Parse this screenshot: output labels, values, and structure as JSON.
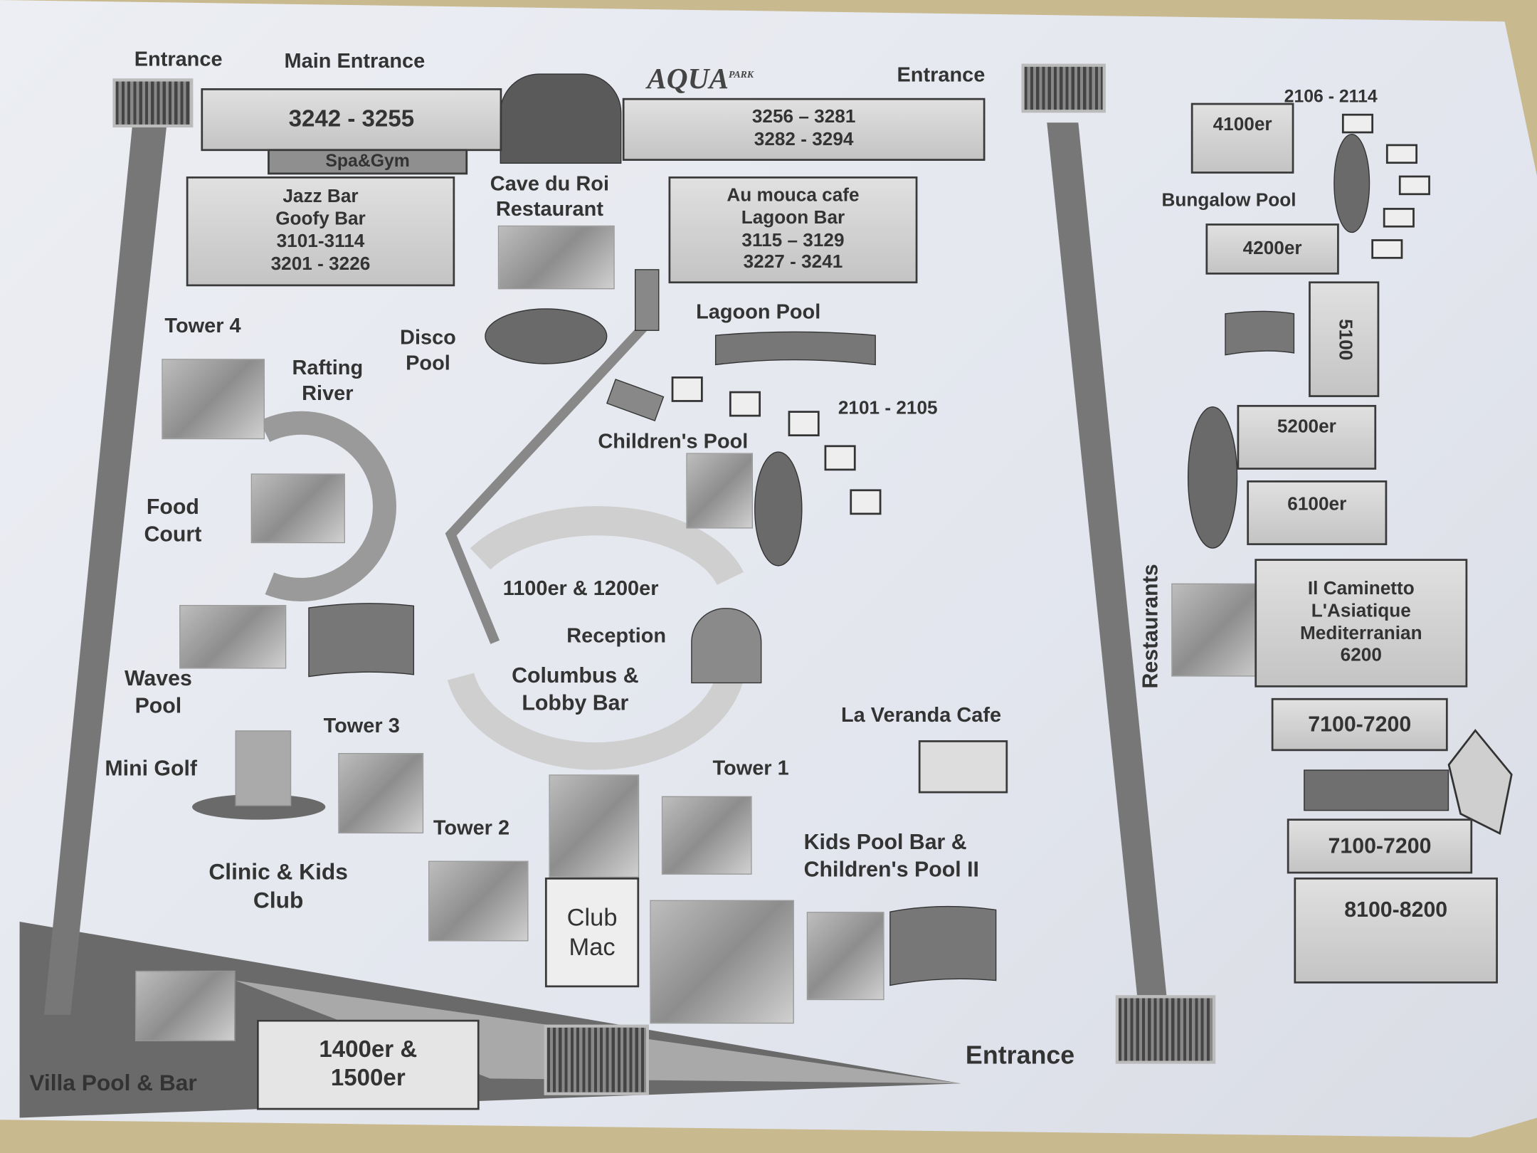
{
  "logo": {
    "text": "AQUA",
    "sub": "PARK"
  },
  "labels": {
    "entrance_top_left": "Entrance",
    "main_entrance": "Main Entrance",
    "entrance_top_right": "Entrance",
    "entrance_bottom": "Entrance",
    "cave_du_roi": [
      "Cave du Roi",
      "Restaurant"
    ],
    "lagoon_pool": "Lagoon Pool",
    "tower4": "Tower 4",
    "disco_pool": [
      "Disco",
      "Pool"
    ],
    "rafting_river": [
      "Rafting",
      "River"
    ],
    "houses_2101": "2101 - 2105",
    "childrens_pool": "Children's  Pool",
    "food_court": [
      "Food",
      "Court"
    ],
    "block_1100": "1100er & 1200er",
    "reception": "Reception",
    "columbus": [
      "Columbus &",
      "Lobby Bar"
    ],
    "waves_pool": [
      "Waves",
      "Pool"
    ],
    "tower3": "Tower 3",
    "mini_golf": "Mini Golf",
    "tower1": "Tower 1",
    "la_veranda": "La Veranda Cafe",
    "tower2": "Tower 2",
    "clinic": [
      "Clinic & Kids",
      "Club"
    ],
    "kids_pool_bar": [
      "Kids Pool  Bar &",
      "Children's Pool II"
    ],
    "villa_pool": "Villa Pool & Bar",
    "restaurants": "Restaurants",
    "houses_2106": "2106 - 2114",
    "bungalow_pool": "Bungalow Pool"
  },
  "boxes": {
    "b3242": "3242 - 3255",
    "spa": "Spa&Gym",
    "b3256": [
      "3256 – 3281",
      "3282 - 3294"
    ],
    "jazz": [
      "Jazz Bar",
      "Goofy Bar",
      "3101-3114",
      "3201 - 3226"
    ],
    "mouca": [
      "Au mouca cafe",
      "Lagoon Bar",
      "3115 – 3129",
      "3227 - 3241"
    ],
    "club_mac": [
      "Club",
      "Mac"
    ],
    "b1400": [
      "1400er &",
      "1500er"
    ],
    "b4100": "4100er",
    "b4200": "4200er",
    "b5100": "5100",
    "b5200": "5200er",
    "b6100": "6100er",
    "caminetto": [
      "Il Caminetto",
      "L'Asiatique",
      "Mediterranian",
      "6200"
    ],
    "b7100a": "7100-7200",
    "b7100b": "7100-7200",
    "b8100": "8100-8200"
  }
}
